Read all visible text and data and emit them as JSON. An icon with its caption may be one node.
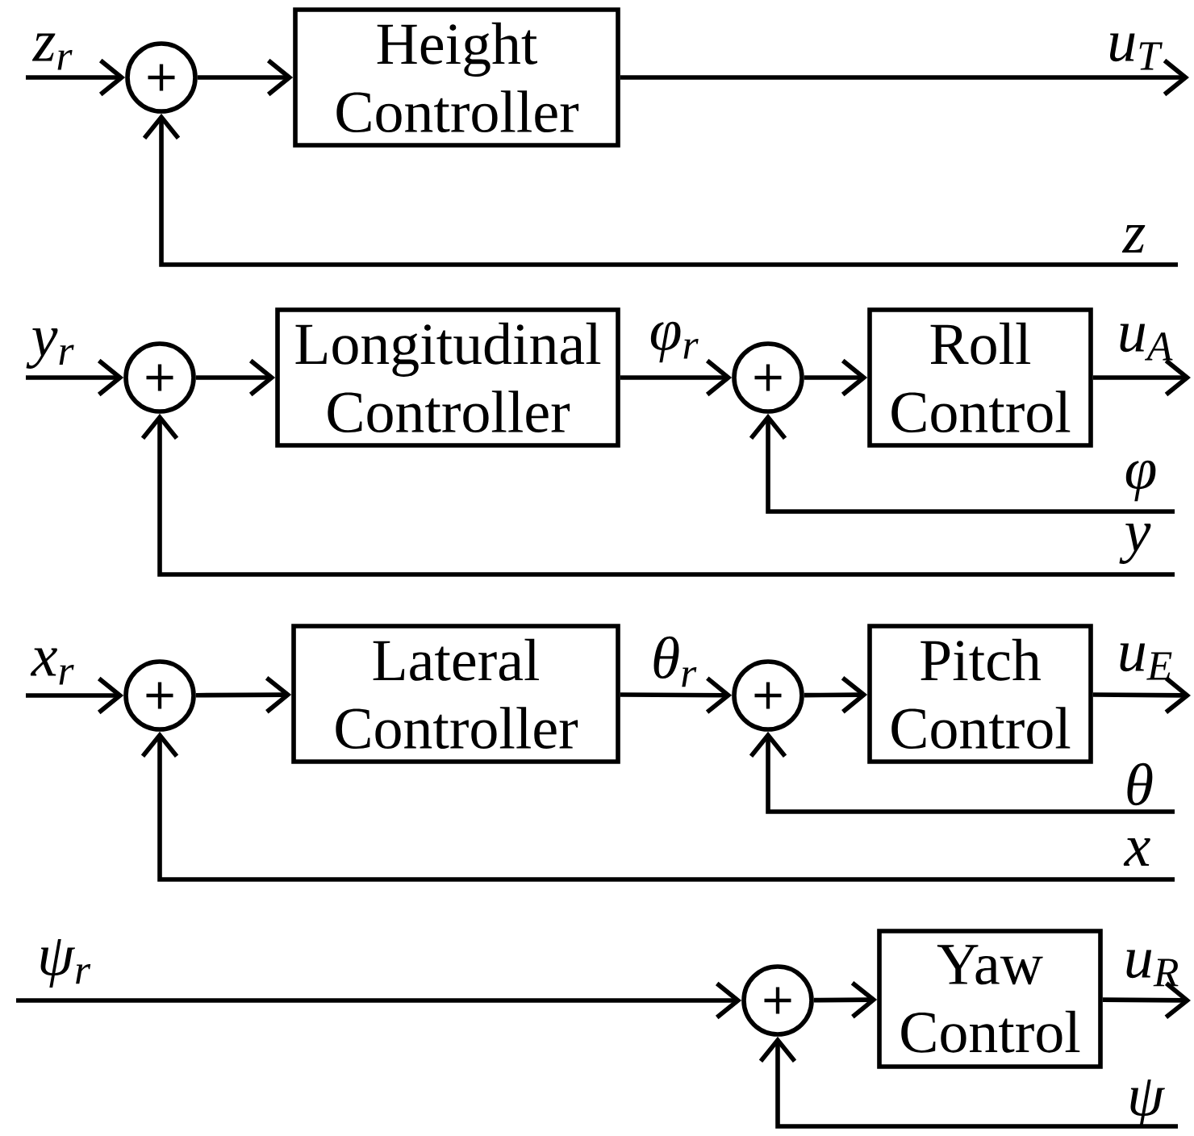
{
  "diagram": {
    "nodes": [
      {
        "text": [
          "+"
        ]
      },
      {
        "text": [
          "Height Controller"
        ]
      },
      {
        "text": [
          "+"
        ]
      },
      {
        "text": [
          "Longitudinal Controller"
        ]
      },
      {
        "text": [
          "+"
        ]
      },
      {
        "text": [
          "Roll Control"
        ]
      },
      {
        "text": [
          "+"
        ]
      },
      {
        "text": [
          "Lateral Controller"
        ]
      },
      {
        "text": [
          "+"
        ]
      },
      {
        "text": [
          "Pitch Control"
        ]
      },
      {
        "text": [
          "+"
        ]
      },
      {
        "text": [
          "Yaw Control"
        ]
      }
    ],
    "edges": [
      {
        "from": null,
        "to": 0,
        "arrow": "to",
        "label": "z$_{r}$"
      },
      {
        "from": 0,
        "to": 1,
        "arrow": "to"
      },
      {
        "from": 1,
        "to": null,
        "arrow": "to",
        "label": "u$_{T}$"
      },
      {
        "from": null,
        "to": 0,
        "arrow": "to",
        "label": "z"
      },
      {
        "from": null,
        "to": 2,
        "arrow": "to",
        "label": "y$_{r}$"
      },
      {
        "from": 2,
        "to": 3,
        "arrow": "to"
      },
      {
        "from": 3,
        "to": 4,
        "arrow": "to",
        "label": "φ$_{r}$"
      },
      {
        "from": 4,
        "to": 5,
        "arrow": "to"
      },
      {
        "from": 5,
        "to": null,
        "arrow": "to",
        "label": "u$_{A}$"
      },
      {
        "from": null,
        "to": 4,
        "arrow": "to",
        "label": "φ"
      },
      {
        "from": null,
        "to": 2,
        "arrow": "to",
        "label": "y"
      },
      {
        "from": null,
        "to": 6,
        "arrow": "to",
        "label": "x$_{r}$"
      },
      {
        "from": 6,
        "to": 7,
        "arrow": "to"
      },
      {
        "from": 7,
        "to": 8,
        "arrow": "to",
        "label": "θ$_{r}$"
      },
      {
        "from": 8,
        "to": 9,
        "arrow": "to"
      },
      {
        "from": 9,
        "to": null,
        "arrow": "to",
        "label": "u$_{E}$"
      },
      {
        "from": null,
        "to": 8,
        "arrow": "to",
        "label": "θ"
      },
      {
        "from": null,
        "to": 6,
        "arrow": "to",
        "label": "x"
      },
      {
        "from": null,
        "to": 10,
        "arrow": "to",
        "label": "ψ$_{r}$"
      },
      {
        "from": 10,
        "to": 11,
        "arrow": "to"
      },
      {
        "from": 11,
        "to": null,
        "arrow": "to",
        "label": "u$_{R}$"
      },
      {
        "from": null,
        "to": 10,
        "arrow": "to",
        "label": "ψ"
      }
    ]
  }
}
